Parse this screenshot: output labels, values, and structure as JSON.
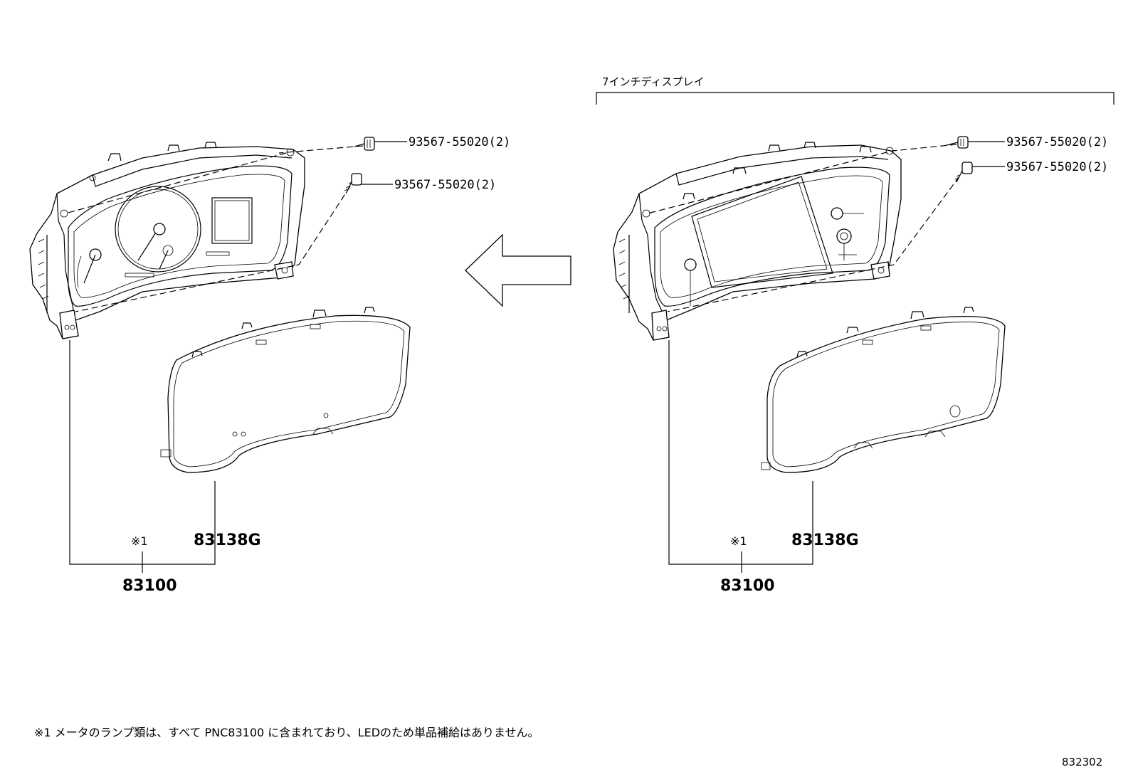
{
  "header": {
    "variant_label": "7インチディスプレイ"
  },
  "left_assembly": {
    "bolt_upper_label": "93567-55020(2)",
    "bolt_lower_label": "93567-55020(2)",
    "lens_part_label": "83138G",
    "note_marker": "※1",
    "meter_part_label": "83100"
  },
  "right_assembly": {
    "bolt_upper_label": "93567-55020(2)",
    "bolt_lower_label": "93567-55020(2)",
    "lens_part_label": "83138G",
    "note_marker": "※1",
    "meter_part_label": "83100"
  },
  "footer": {
    "note": "※1 メータのランプ類は、すべて PNC83100 に含まれており、LEDのため単品補給はありません。",
    "diagram_number": "832302"
  }
}
